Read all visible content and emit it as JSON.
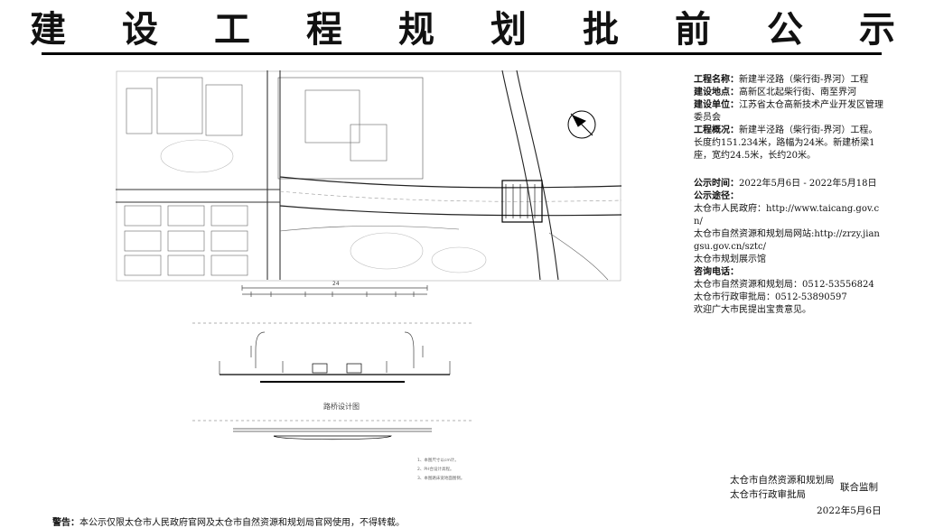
{
  "title_chars": [
    "建",
    "设",
    "工",
    "程",
    "规",
    "划",
    "批",
    "前",
    "公",
    "示"
  ],
  "project": {
    "name_key": "工程名称：",
    "name_val": "新建半泾路（柴行街-界河）工程",
    "loc_key": "建设地点：",
    "loc_val": "高新区北起柴行街、南至界河",
    "unit_key": "建设单位：",
    "unit_val": "江苏省太仓高新技术产业开发区管理委员会",
    "summary_key": "工程概况：",
    "summary_val": "新建半泾路（柴行街-界河）工程。长度约151.234米，路幅为24米。新建桥梁1座，宽约24.5米，长约20米。"
  },
  "publicity": {
    "time_key": "公示时间：",
    "time_val": "2022年5月6日 - 2022年5月18日",
    "channel_key": "公示途径：",
    "channel_1": "太仓市人民政府：http://www.taicang.gov.cn/",
    "channel_2": "太仓市自然资源和规划局网站:http://zrzy.jiangsu.gov.cn/sztc/",
    "channel_3": "太仓市规划展示馆",
    "phone_key": "咨询电话：",
    "phone_1": "太仓市自然资源和规划局：0512-53556824",
    "phone_2": "太仓市行政审批局：0512-53890597",
    "invite": "欢迎广大市民提出宝贵意见。"
  },
  "footer": {
    "org_1": "太仓市自然资源和规划局",
    "org_2": "太仓市行政审批局",
    "joint": "联合监制",
    "date": "2022年5月6日"
  },
  "warning": {
    "label": "警告：",
    "text": "本公示仅限太仓市人民政府官网及太仓市自然资源和规划局官网使用，不得转载。"
  },
  "drawing": {
    "section_label": "路桥设计图",
    "dimension": "24",
    "notes": [
      "1、本图尺寸以cm计。",
      "2、PH合设计高程。",
      "3、本图路床宽地面图侧。"
    ]
  }
}
